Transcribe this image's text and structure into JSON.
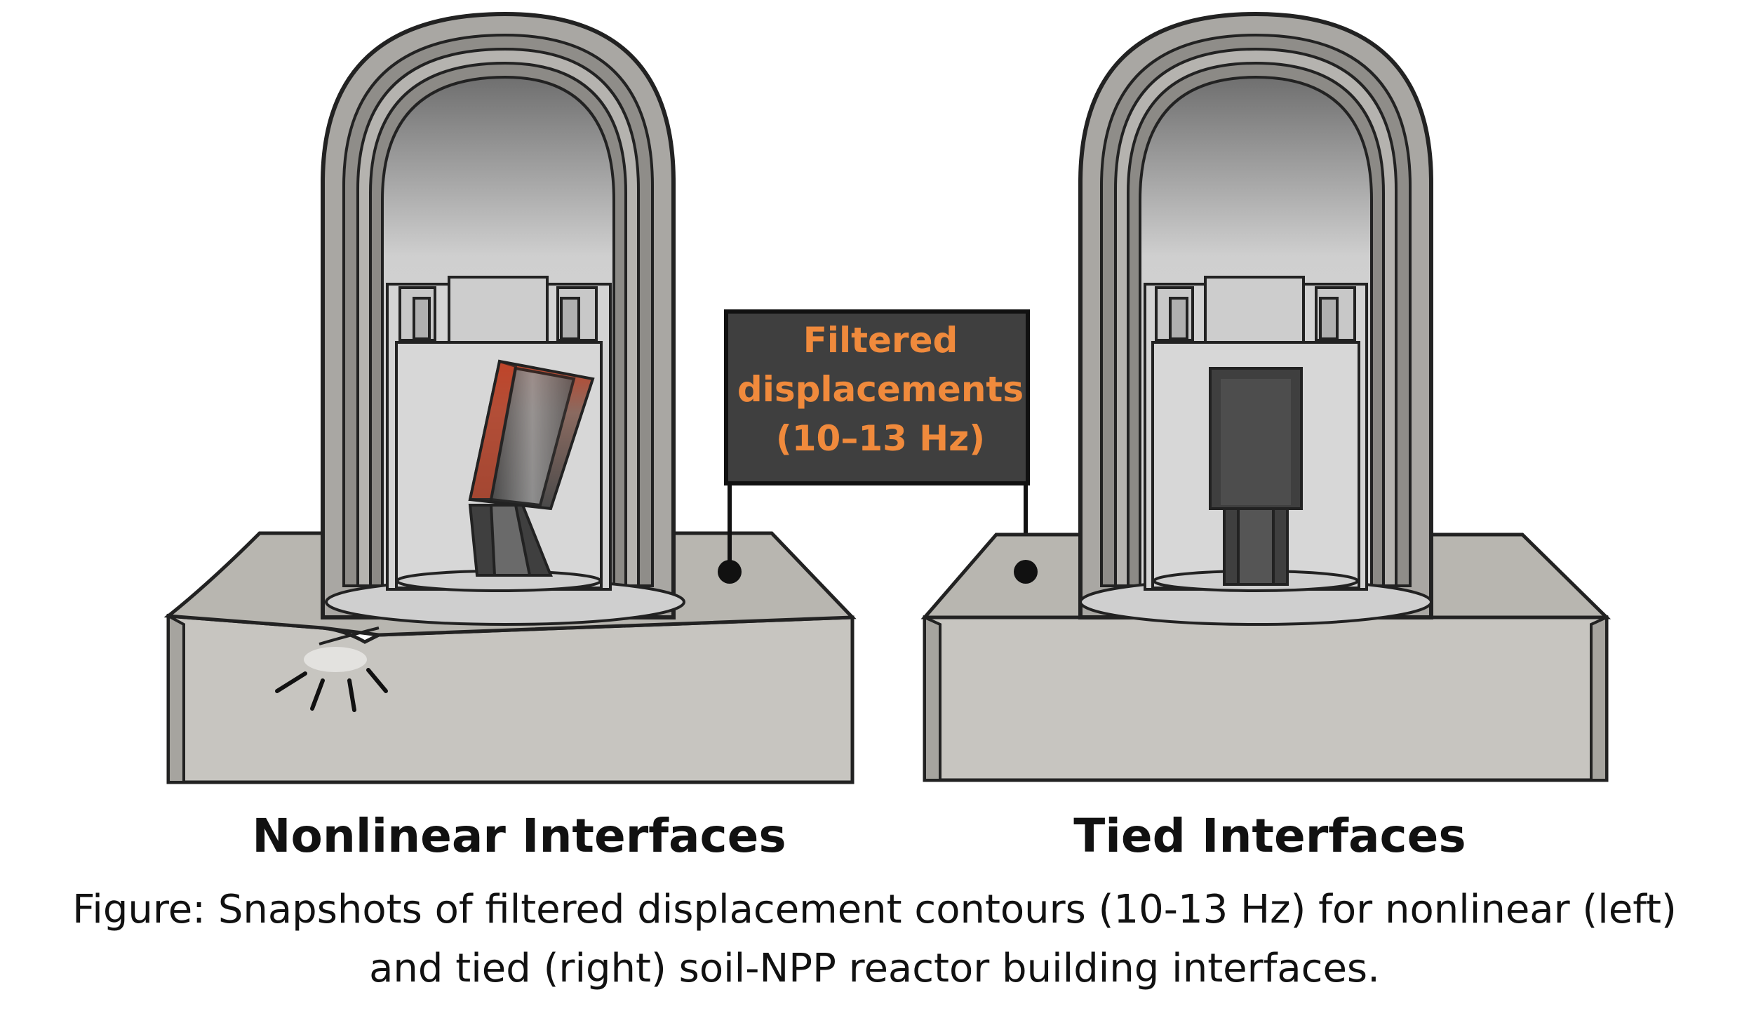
{
  "sign": {
    "line1": "Filtered",
    "line2": "displacements",
    "line3": "(10–13 Hz)",
    "text_color": "#f08a3c",
    "bg_color": "#3f3f3f"
  },
  "labels": {
    "left": "Nonlinear Interfaces",
    "right": "Tied Interfaces"
  },
  "caption": {
    "line1": "Figure: Snapshots of filtered displacement contours (10-13 Hz) for nonlinear (left)",
    "line2": "and tied (right) soil-NPP reactor building interfaces."
  },
  "colors": {
    "soil": "#c7c5c0",
    "soil_top": "#b8b6b0",
    "concrete": "#a9a7a3",
    "interior": "#d9d9d9",
    "vessel": "#4a4a4a",
    "contour_hot": "#c0452a"
  }
}
